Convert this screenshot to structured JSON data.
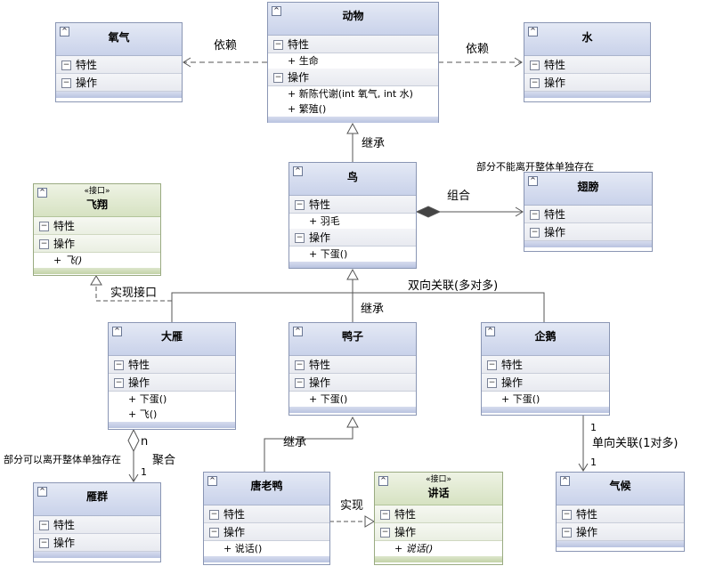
{
  "section_labels": {
    "attributes": "特性",
    "operations": "操作"
  },
  "classes": {
    "oxygen": {
      "name": "氧气"
    },
    "animal": {
      "name": "动物",
      "attributes": [
        "+ 生命"
      ],
      "operations": [
        "+ 新陈代谢(int 氧气, int 水)",
        "+ 繁殖()"
      ]
    },
    "water": {
      "name": "水"
    },
    "bird": {
      "name": "鸟",
      "attributes": [
        "+ 羽毛"
      ],
      "operations": [
        "+ 下蛋()"
      ]
    },
    "wing": {
      "name": "翅膀"
    },
    "fly": {
      "stereotype": "«接口»",
      "name": "飞翔",
      "operations": [
        "+ 飞()"
      ]
    },
    "wildgoose": {
      "name": "大雁",
      "operations": [
        "+ 下蛋()",
        "+ 飞()"
      ]
    },
    "duck": {
      "name": "鸭子",
      "operations": [
        "+ 下蛋()"
      ]
    },
    "penguin": {
      "name": "企鹅",
      "operations": [
        "+ 下蛋()"
      ]
    },
    "goose_flock": {
      "name": "雁群"
    },
    "donald": {
      "name": "唐老鸭",
      "operations": [
        "+ 说话()"
      ]
    },
    "speak": {
      "stereotype": "«接口»",
      "name": "讲话",
      "operations": [
        "+ 说话()"
      ]
    },
    "climate": {
      "name": "气候"
    }
  },
  "relations": {
    "dep_oxygen": "依赖",
    "dep_water": "依赖",
    "inherit_animal": "继承",
    "composition": "组合",
    "composition_note": "部分不能离开整体单独存在",
    "realize_fly": "实现接口",
    "bidirectional": "双向关联(多对多)",
    "inherit_bird": "继承",
    "aggregation": "聚合",
    "aggregation_note": "部分可以离开整体单独存在",
    "aggregation_mult_top": "n",
    "aggregation_mult_bottom": "1",
    "inherit_duck": "继承",
    "realize_speak": "实现",
    "unidirectional": "单向关联(1对多)",
    "uni_mult_top": "1",
    "uni_mult_bottom": "1"
  }
}
